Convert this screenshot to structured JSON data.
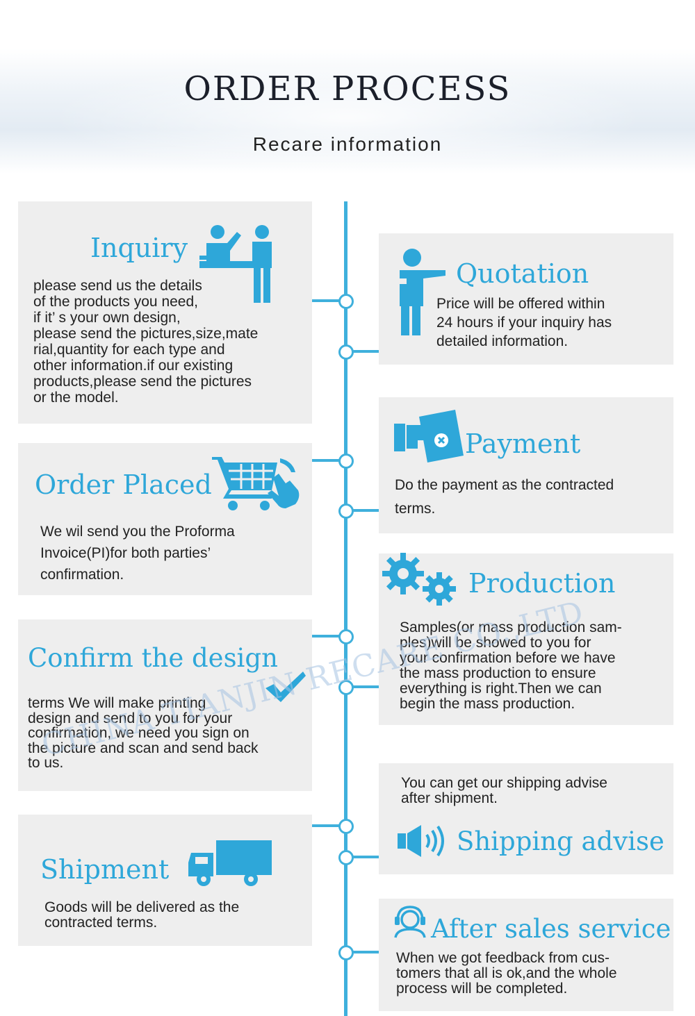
{
  "header": {
    "title": "ORDER PROCESS",
    "subtitle": "Recare information"
  },
  "steps": [
    {
      "title": "Inquiry",
      "text": "please send us the details\nof the products you need,\nif it’ s your own design,\nplease send the pictures,size,mate\nrial,quantity for each type and\nother information.if our existing\nproducts,please send the pictures\nor the model.",
      "icon": "people-at-counter-icon"
    },
    {
      "title": "Quotation",
      "text": "Price will be offered within\n24 hours if your inquiry has\ndetailed information.",
      "icon": "person-pointing-icon"
    },
    {
      "title": "Payment",
      "text": "Do the payment as the contracted\nterms.",
      "icon": "hand-card-payment-icon"
    },
    {
      "title": "Order Placed",
      "text": "We wil send you the Proforma\nInvoice(PI)for both parties’\nconfirmation.",
      "icon": "shopping-cart-icon"
    },
    {
      "title": "Production",
      "text": "Samples(or mass production sam-\nples)will be showed to you for\nyour confirmation before we have\nthe mass production to ensure\neverything is right.Then we can\nbegin the mass production.",
      "icon": "gears-icon"
    },
    {
      "title": "Confirm the design",
      "text": "terms We will make printing\ndesign and send to you for your\nconfirmation, we need you sign on\nthe picture and scan and send back\nto us.",
      "icon": "checkmark-icon"
    },
    {
      "title": "Shipping advise",
      "text": "You can get our shipping advise\nafter shipment.",
      "icon": "speaker-icon"
    },
    {
      "title": "Shipment",
      "text": "Goods will be delivered as the\ncontracted terms.",
      "icon": "truck-icon"
    },
    {
      "title": "After sales service",
      "text": "When we got feedback from cus-\ntomers that all is ok,and the whole\nprocess will be completed.",
      "icon": "headset-icon"
    }
  ],
  "watermark": "CHINA TIANJIN RECARE CO.,LTD",
  "colors": {
    "accent": "#2ea7d9",
    "line": "#3fb0dc",
    "card": "#eeeeee"
  }
}
